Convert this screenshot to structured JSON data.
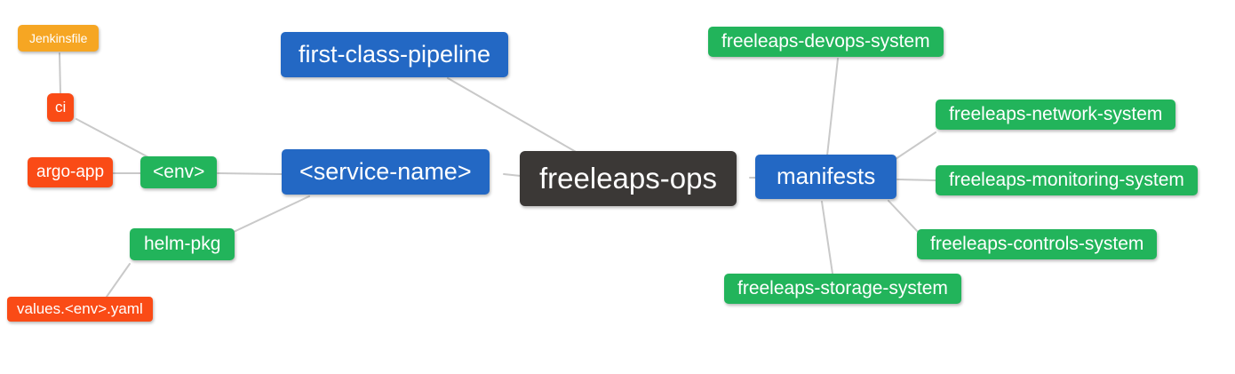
{
  "diagram": {
    "type": "mindmap",
    "root": "freeleaps-ops",
    "colors": {
      "root_bg": "#3b3836",
      "branch_blue_bg": "#2368c4",
      "branch_green_bg": "#22b45b",
      "leaf_red_bg": "#fa4b16",
      "leaf_orange_bg": "#f6a623",
      "text": "#ffffff",
      "connector": "#c9c9c9",
      "canvas_bg": "#ffffff"
    },
    "nodes": {
      "jenkinsfile": {
        "label": "Jenkinsfile",
        "color": "leaf_orange_bg"
      },
      "ci": {
        "label": "ci",
        "color": "leaf_red_bg"
      },
      "argo_app": {
        "label": "argo-app",
        "color": "leaf_red_bg"
      },
      "env": {
        "label": "<env>",
        "color": "branch_green_bg"
      },
      "helm_pkg": {
        "label": "helm-pkg",
        "color": "branch_green_bg"
      },
      "values_yaml": {
        "label": "values.<env>.yaml",
        "color": "leaf_red_bg"
      },
      "first_class_pipeline": {
        "label": "first-class-pipeline",
        "color": "branch_blue_bg"
      },
      "service_name": {
        "label": "<service-name>",
        "color": "branch_blue_bg"
      },
      "freeleaps_ops": {
        "label": "freeleaps-ops",
        "color": "root_bg"
      },
      "manifests": {
        "label": "manifests",
        "color": "branch_blue_bg"
      },
      "devops_system": {
        "label": "freeleaps-devops-system",
        "color": "branch_green_bg"
      },
      "network_system": {
        "label": "freeleaps-network-system",
        "color": "branch_green_bg"
      },
      "monitoring_system": {
        "label": "freeleaps-monitoring-system",
        "color": "branch_green_bg"
      },
      "controls_system": {
        "label": "freeleaps-controls-system",
        "color": "branch_green_bg"
      },
      "storage_system": {
        "label": "freeleaps-storage-system",
        "color": "branch_green_bg"
      }
    },
    "edges": [
      [
        "jenkinsfile",
        "ci"
      ],
      [
        "ci",
        "env"
      ],
      [
        "argo_app",
        "env"
      ],
      [
        "env",
        "service_name"
      ],
      [
        "helm_pkg",
        "service_name"
      ],
      [
        "values_yaml",
        "helm_pkg"
      ],
      [
        "service_name",
        "freeleaps_ops"
      ],
      [
        "first_class_pipeline",
        "freeleaps_ops"
      ],
      [
        "freeleaps_ops",
        "manifests"
      ],
      [
        "manifests",
        "devops_system"
      ],
      [
        "manifests",
        "network_system"
      ],
      [
        "manifests",
        "monitoring_system"
      ],
      [
        "manifests",
        "controls_system"
      ],
      [
        "manifests",
        "storage_system"
      ]
    ]
  }
}
